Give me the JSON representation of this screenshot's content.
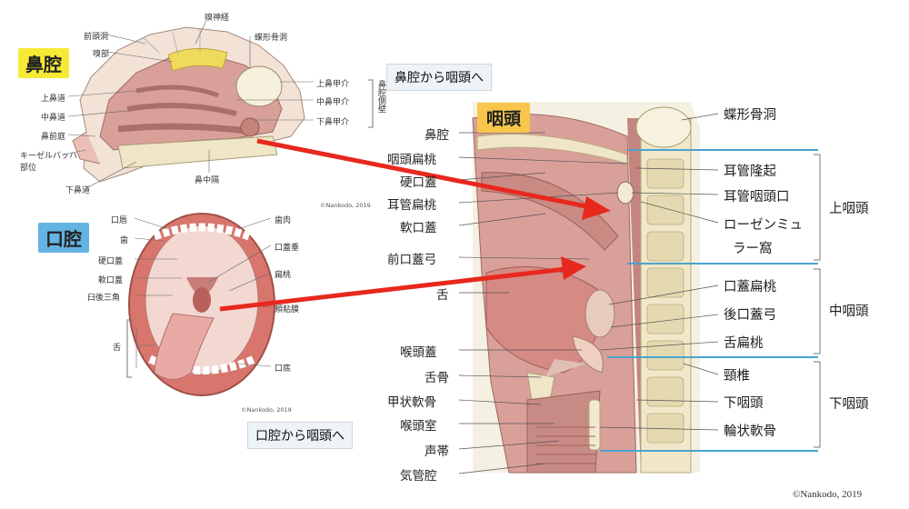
{
  "tags": {
    "nasal": "鼻腔",
    "oral": "口腔",
    "pharynx": "咽頭"
  },
  "captions": {
    "nasal_to_pharynx": "鼻腔から咽頭へ",
    "oral_to_pharynx": "口腔から咽頭へ"
  },
  "nasal_labels": {
    "frontal_sinus": "前頭洞",
    "olfactory_nerve": "嗅神経",
    "olfactory_area": "嗅部",
    "sphenoid_sinus": "蝶形骨洞",
    "superior_meatus": "上鼻道",
    "middle_meatus": "中鼻道",
    "nasal_vestibule": "鼻前庭",
    "kiesselbach": "キーゼルバッハ",
    "kiesselbach2": "部位",
    "inferior_meatus": "下鼻道",
    "nasal_septum": "鼻中隔",
    "superior_concha": "上鼻甲介",
    "middle_concha": "中鼻甲介",
    "inferior_concha": "下鼻甲介",
    "lateral_wall": "鼻腔側壁"
  },
  "oral_labels": {
    "lip": "口唇",
    "teeth": "歯",
    "hard_palate": "硬口蓋",
    "soft_palate": "軟口蓋",
    "retromolar": "臼後三角",
    "tongue": "舌",
    "gum": "歯肉",
    "uvula": "口蓋垂",
    "tonsil": "扁桃",
    "buccal_mucosa": "頬粘膜",
    "floor": "口底"
  },
  "pharynx_left_labels": {
    "nasal_cavity": "鼻腔",
    "pharyngeal_tonsil": "咽頭扁桃",
    "hard_palate": "硬口蓋",
    "tubal_tonsil": "耳管扁桃",
    "soft_palate": "軟口蓋",
    "anterior_arch": "前口蓋弓",
    "tongue": "舌",
    "epiglottis": "喉頭蓋",
    "hyoid": "舌骨",
    "thyroid_cartilage": "甲状軟骨",
    "laryngeal_ventricle": "喉頭室",
    "vocal_cord": "声帯",
    "trachea": "気管腔"
  },
  "pharynx_right_labels": {
    "sphenoid_sinus": "蝶形骨洞",
    "torus_tubarius": "耳管隆起",
    "tubal_opening": "耳管咽頭口",
    "rosenmuller_1": "ローゼンミュ",
    "rosenmuller_2": "ラー窩",
    "palatine_tonsil": "口蓋扁桃",
    "posterior_arch": "後口蓋弓",
    "lingual_tonsil": "舌扁桃",
    "cervical_spine": "頸椎",
    "hypopharynx_label": "下咽頭",
    "cricoid": "輪状軟骨"
  },
  "regions": {
    "upper": "上咽頭",
    "middle": "中咽頭",
    "lower": "下咽頭"
  },
  "copyrights": {
    "nasal": "©Nankodo, 2019",
    "oral": "©Nankodo, 2019",
    "page": "©Nankodo, 2019"
  },
  "colors": {
    "arrow": "#e8281e",
    "divider": "#4aa3cf",
    "tissue": "#d9a09a",
    "bone": "#f1ecd2"
  }
}
